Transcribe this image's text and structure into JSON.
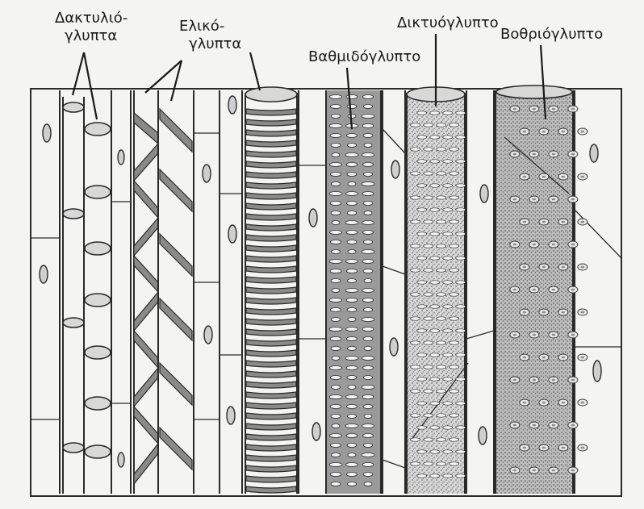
{
  "labels": {
    "annular_line1": "Δακτυλιό-",
    "annular_line2": "γλυπτα",
    "spiral_line1": "Ελικό-",
    "spiral_line2": "γλυπτα",
    "scalariform": "Βαθμιδόγλυπτο",
    "reticulate": "Δικτυόγλυπτο",
    "pitted": "Βοθριόγλυπτο"
  },
  "colors": {
    "ink": "#2a2a2a",
    "background": "#f4f4f2",
    "stipple": "#9a9a9a"
  }
}
